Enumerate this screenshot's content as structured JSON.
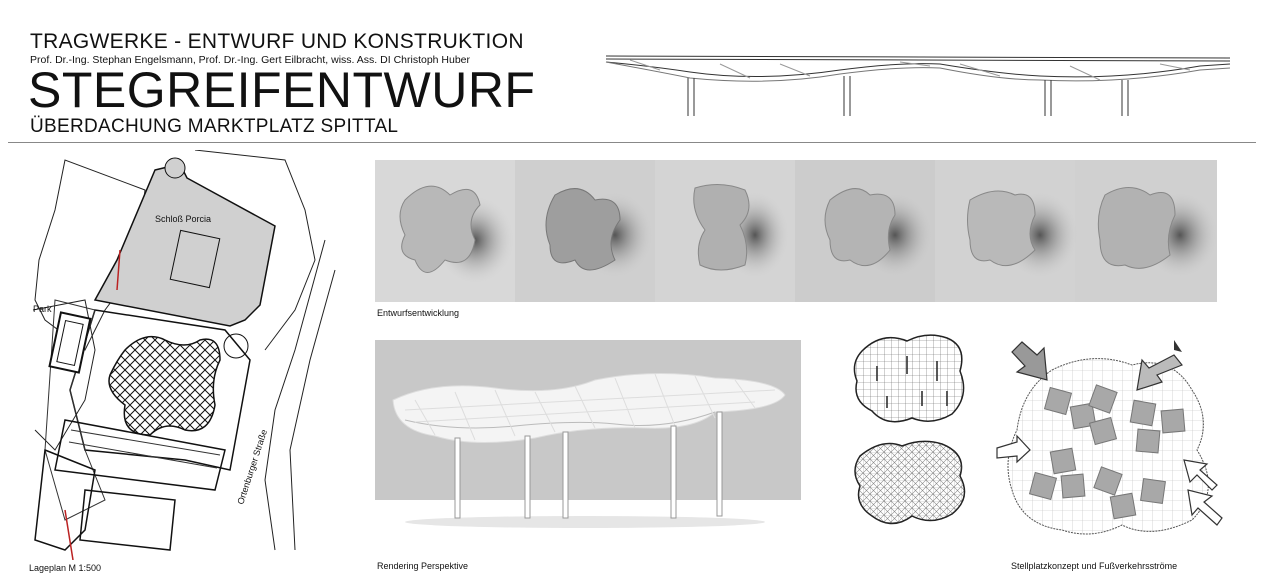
{
  "header": {
    "course": "TRAGWERKE - ENTWURF UND KONSTRUKTION",
    "authors": "Prof. Dr.-Ing. Stephan Engelsmann, Prof. Dr.-Ing. Gert Eilbracht, wiss. Ass. DI Christoph Huber",
    "title": "STEGREIFENTWURF",
    "subtitle": "ÜBERDACHUNG MARKTPLATZ SPITTAL"
  },
  "site_plan": {
    "caption": "Lageplan M 1:500",
    "labels": {
      "castle": "Schloß Porcia",
      "park": "Park",
      "street": "Ortenburger Straße"
    }
  },
  "captions": {
    "development": "Entwurfsentwicklung",
    "rendering": "Rendering Perspektive",
    "concept": "Stellplatzkonzept und Fußverkehrsströme"
  },
  "colors": {
    "text": "#111111",
    "rule": "#888888",
    "photo_bg": "#d6d6d6",
    "render_bg": "#c8c8c8",
    "castle_fill": "#d0d0d0",
    "stall_fill": "#a8a8a8"
  }
}
